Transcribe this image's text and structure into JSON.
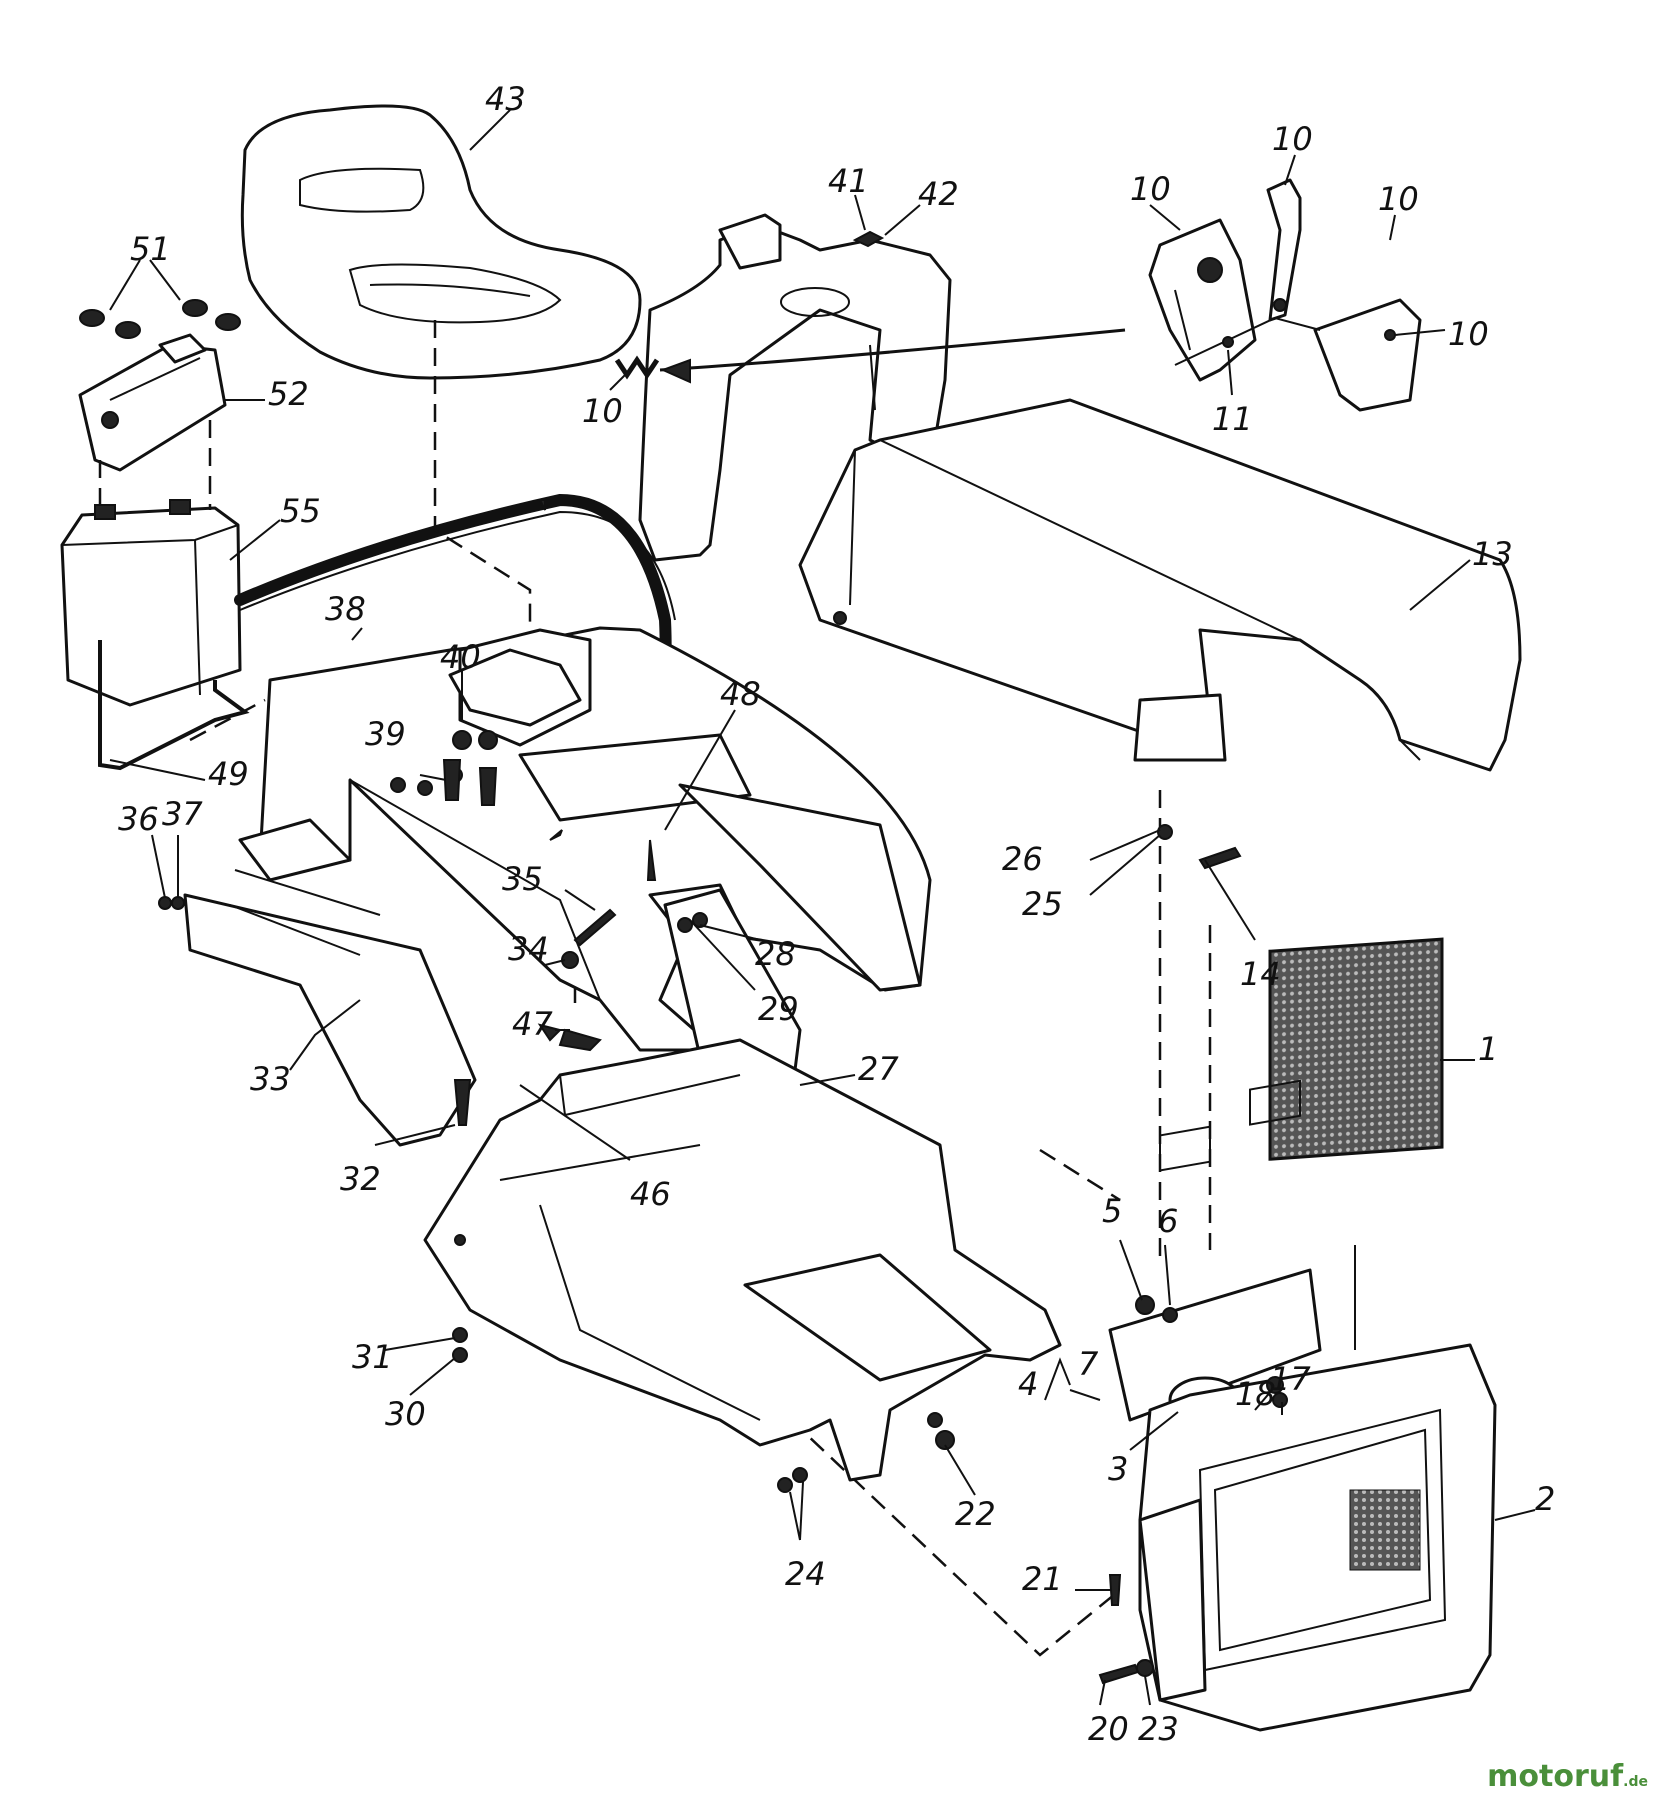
{
  "watermark": {
    "brand": "motoruf",
    "tld": ".de"
  },
  "callouts": [
    {
      "id": "c43",
      "label": "43"
    },
    {
      "id": "c51",
      "label": "51"
    },
    {
      "id": "c52",
      "label": "52"
    },
    {
      "id": "c55",
      "label": "55"
    },
    {
      "id": "c49",
      "label": "49"
    },
    {
      "id": "c41",
      "label": "41"
    },
    {
      "id": "c42",
      "label": "42"
    },
    {
      "id": "c10a",
      "label": "10"
    },
    {
      "id": "c10b",
      "label": "10"
    },
    {
      "id": "c10c",
      "label": "10"
    },
    {
      "id": "c10d",
      "label": "10"
    },
    {
      "id": "c10e",
      "label": "10"
    },
    {
      "id": "c11",
      "label": "11"
    },
    {
      "id": "c13",
      "label": "13"
    },
    {
      "id": "c38",
      "label": "38"
    },
    {
      "id": "c40",
      "label": "40"
    },
    {
      "id": "c39",
      "label": "39"
    },
    {
      "id": "c48",
      "label": "48"
    },
    {
      "id": "c36",
      "label": "36"
    },
    {
      "id": "c37",
      "label": "37"
    },
    {
      "id": "c35",
      "label": "35"
    },
    {
      "id": "c34",
      "label": "34"
    },
    {
      "id": "c28",
      "label": "28"
    },
    {
      "id": "c29",
      "label": "29"
    },
    {
      "id": "c26",
      "label": "26"
    },
    {
      "id": "c25",
      "label": "25"
    },
    {
      "id": "c14",
      "label": "14"
    },
    {
      "id": "c33",
      "label": "33"
    },
    {
      "id": "c47",
      "label": "47"
    },
    {
      "id": "c27",
      "label": "27"
    },
    {
      "id": "c1",
      "label": "1"
    },
    {
      "id": "c32",
      "label": "32"
    },
    {
      "id": "c46",
      "label": "46"
    },
    {
      "id": "c5",
      "label": "5"
    },
    {
      "id": "c6",
      "label": "6"
    },
    {
      "id": "c31",
      "label": "31"
    },
    {
      "id": "c30",
      "label": "30"
    },
    {
      "id": "c4",
      "label": "4"
    },
    {
      "id": "c7",
      "label": "7"
    },
    {
      "id": "c18",
      "label": "18"
    },
    {
      "id": "c17",
      "label": "17"
    },
    {
      "id": "c3",
      "label": "3"
    },
    {
      "id": "c22",
      "label": "22"
    },
    {
      "id": "c2",
      "label": "2"
    },
    {
      "id": "c24",
      "label": "24"
    },
    {
      "id": "c21",
      "label": "21"
    },
    {
      "id": "c20",
      "label": "20"
    },
    {
      "id": "c23",
      "label": "23"
    }
  ]
}
